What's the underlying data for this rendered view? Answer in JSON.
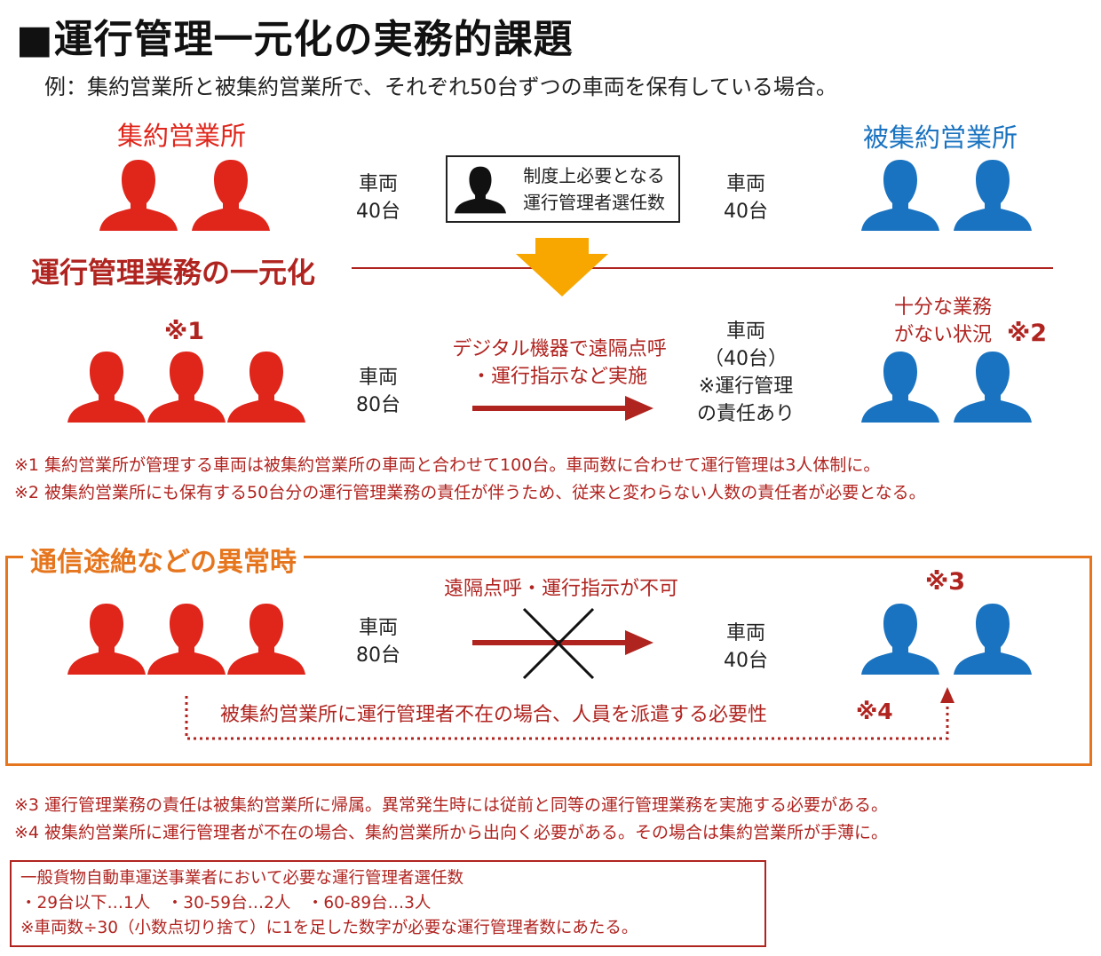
{
  "title": "■運行管理一元化の実務的課題",
  "subtitle": "例：集約営業所と被集約営業所で、それぞれ50台ずつの車両を保有している場合。",
  "colors": {
    "red": "#e0251a",
    "blue": "#1a73c0",
    "dark_red": "#b02420",
    "orange": "#e6761e",
    "gold": "#f7a700"
  },
  "icons": [
    "person-icon",
    "manager-person-icon",
    "down-arrow-icon",
    "right-arrow-icon",
    "cross-icon",
    "dotted-arrow-up-icon"
  ],
  "top": {
    "left_site": "集約営業所",
    "right_site": "被集約営業所",
    "left_vehicles": [
      "車両",
      "40台"
    ],
    "right_vehicles": [
      "車両",
      "40台"
    ],
    "required_box": [
      "制度上必要となる",
      "運行管理者選任数"
    ]
  },
  "middle": {
    "section_title": "運行管理業務の一元化",
    "mark1": "※1",
    "left_vehicles": [
      "車両",
      "80台"
    ],
    "arrow_label": [
      "デジタル機器で遠隔点呼",
      "・運行指示など実施"
    ],
    "right_vehicles": [
      "車両",
      "（40台）",
      "※運行管理",
      "の責任あり"
    ],
    "right_status": [
      "十分な業務",
      "がない状況"
    ],
    "mark2": "※2"
  },
  "notes_1": [
    "※1 集約営業所が管理する車両は被集約営業所の車両と合わせて100台。車両数に合わせて運行管理は3人体制に。",
    "※2 被集約営業所にも保有する50台分の運行管理業務の責任が伴うため、従来と変わらない人数の責任者が必要となる。"
  ],
  "abnormal": {
    "section_title": "通信途絶などの異常時",
    "left_vehicles": [
      "車両",
      "80台"
    ],
    "arrow_label": "遠隔点呼・運行指示が不可",
    "right_vehicles": [
      "車両",
      "40台"
    ],
    "mark3": "※3",
    "dispatch_label": "被集約営業所に運行管理者不在の場合、人員を派遣する必要性",
    "mark4": "※4"
  },
  "notes_2": [
    "※3 運行管理業務の責任は被集約営業所に帰属。異常発生時には従前と同等の運行管理業務を実施する必要がある。",
    "※4 被集約営業所に運行管理者が不在の場合、集約営業所から出向く必要がある。その場合は集約営業所が手薄に。"
  ],
  "reference": [
    "一般貨物自動車運送事業者において必要な運行管理者選任数",
    "・29台以下…1人　・30-59台…2人　・60-89台…3人",
    "※車両数÷30（小数点切り捨て）に1を足した数字が必要な運行管理者数にあたる。"
  ]
}
